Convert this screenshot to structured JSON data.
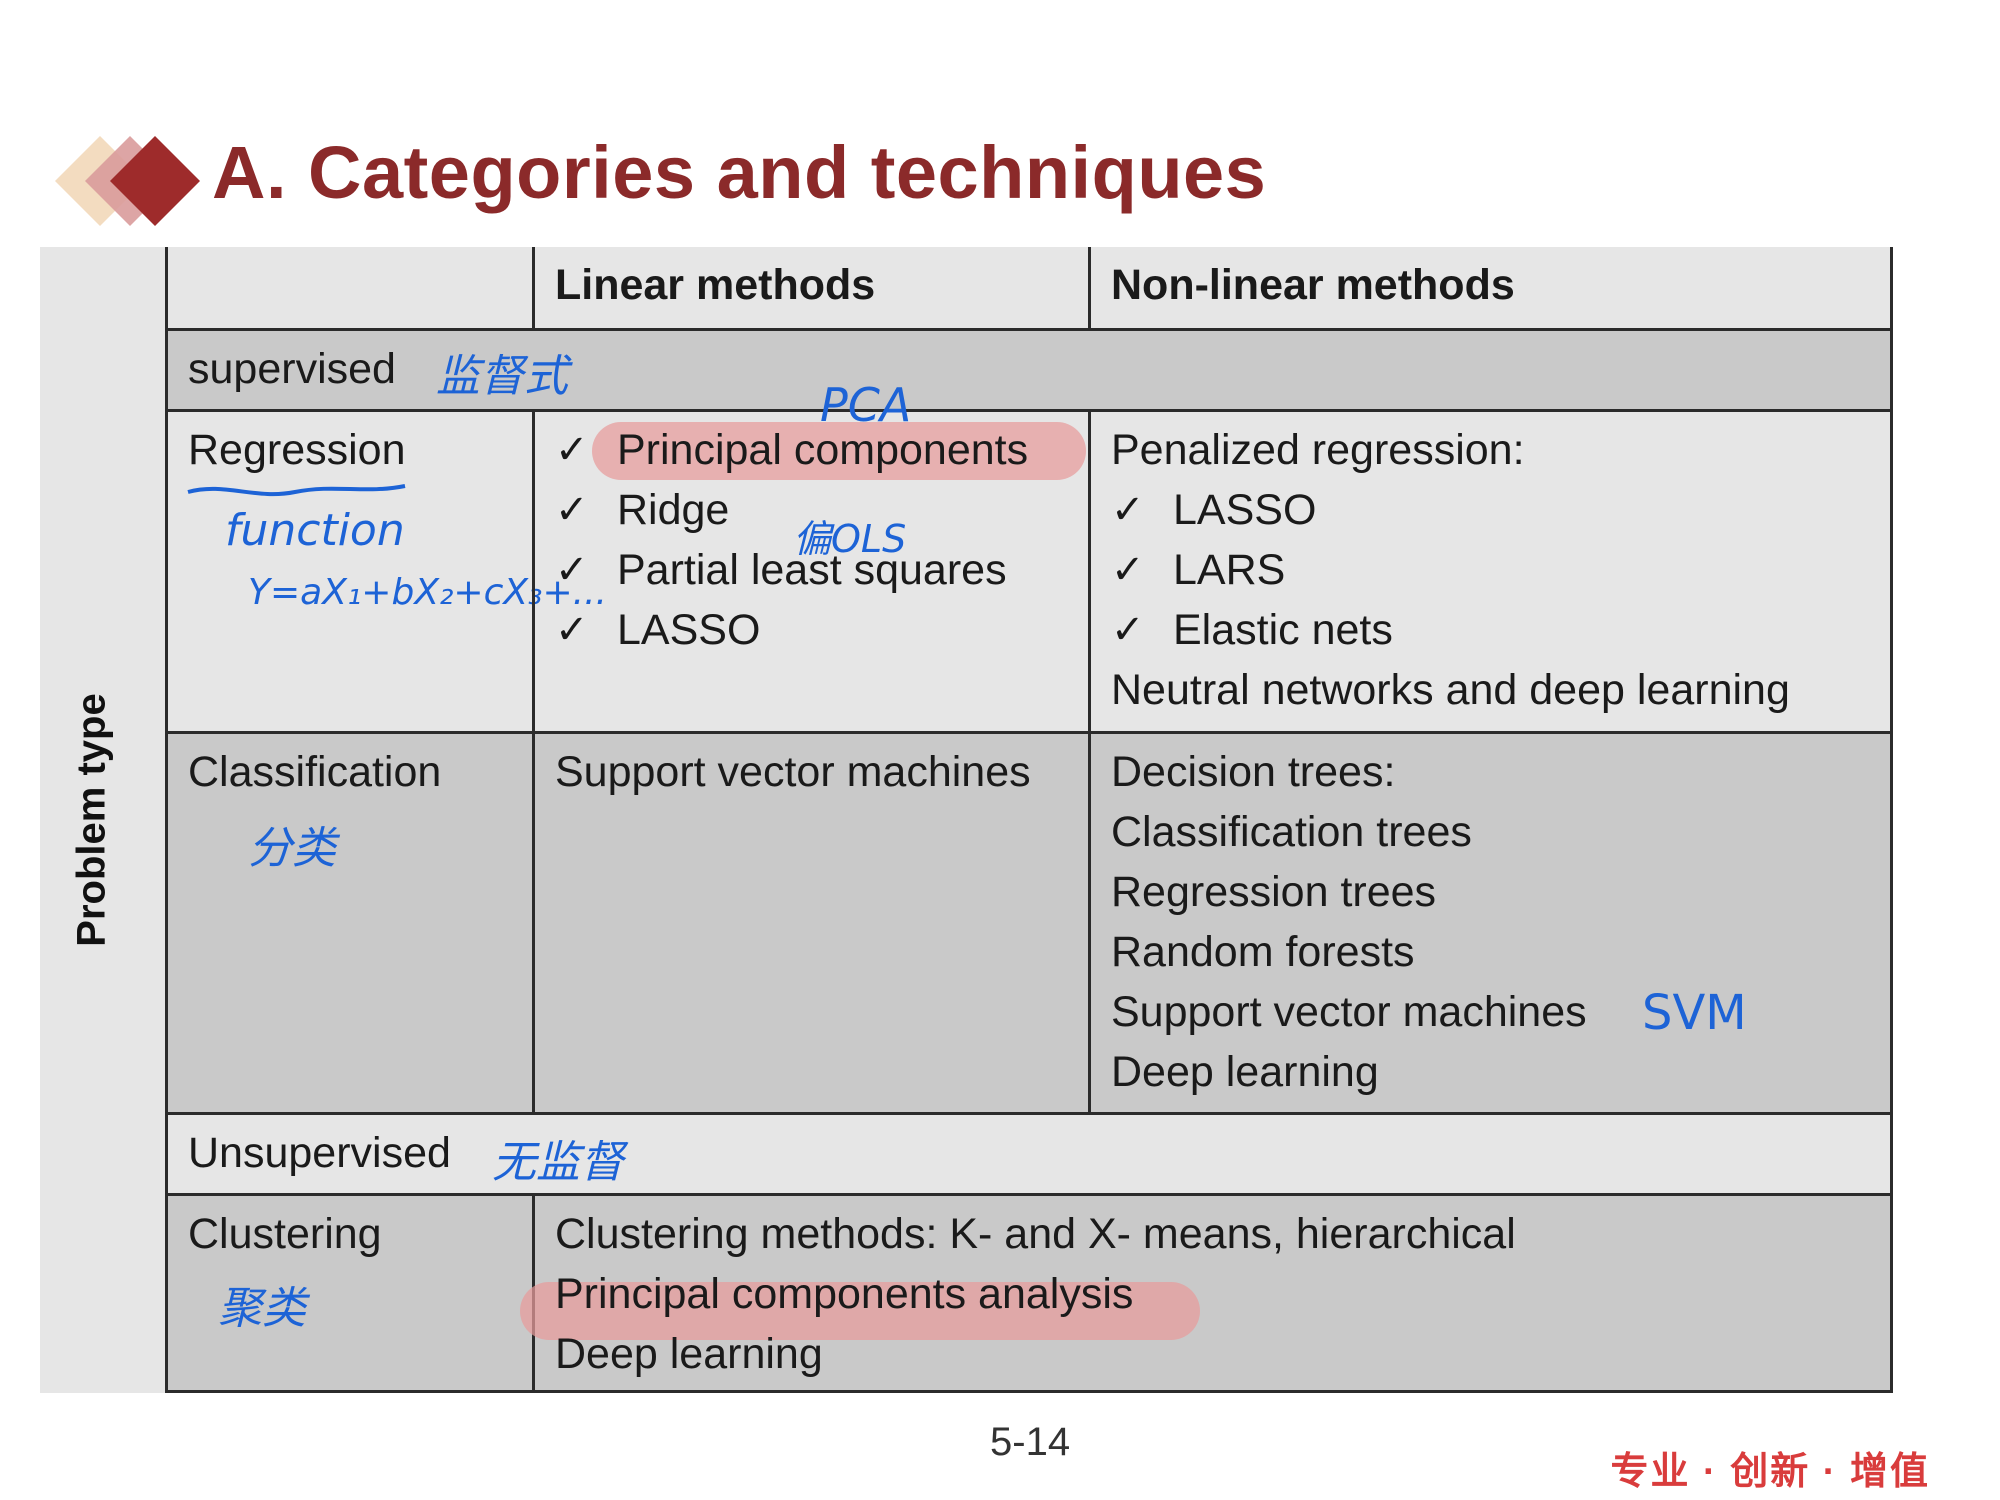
{
  "title": "A. Categories and techniques",
  "side_label": "Problem type",
  "header": {
    "col_linear": "Linear methods",
    "col_nonlinear": "Non-linear methods"
  },
  "supervised": {
    "label": "supervised",
    "note": "监督式"
  },
  "regression": {
    "label": "Regression",
    "note_function": "function",
    "note_formula": "Y=aX₁+bX₂+cX₃+...",
    "linear": [
      "Principal components",
      "Ridge",
      "Partial least squares",
      "LASSO"
    ],
    "note_pca": "PCA",
    "note_ols": "偏OLS",
    "nonlinear_head": "Penalized regression:",
    "nonlinear_checks": [
      "LASSO",
      "LARS",
      "Elastic nets"
    ],
    "nonlinear_tail": "Neutral networks and deep learning"
  },
  "classification": {
    "label": "Classification",
    "note": "分类",
    "linear": "Support vector machines",
    "nonlinear": [
      "Decision trees:",
      "Classification trees",
      "Regression trees",
      "Random forests",
      "Support vector machines",
      "Deep learning"
    ],
    "note_svm": "SVM"
  },
  "unsupervised": {
    "label": "Unsupervised",
    "note": "无监督"
  },
  "clustering": {
    "label": "Clustering",
    "note": "聚类",
    "methods": [
      "Clustering methods: K- and X- means, hierarchical",
      "Principal components analysis",
      "Deep learning"
    ]
  },
  "checkmark": "✓",
  "page_number": "5-14",
  "brand": "专业 · 创新 · 增值",
  "colors": {
    "title": "#8b2a2a",
    "highlight": "#e89b9b",
    "ink": "#1d63d6",
    "brand": "#d93c3c"
  }
}
